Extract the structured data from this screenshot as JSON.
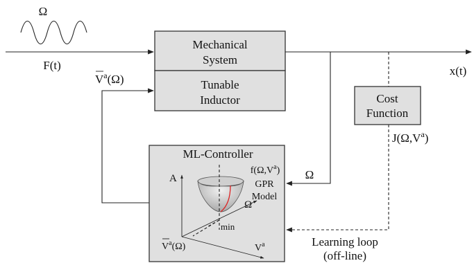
{
  "input": {
    "omega": "Ω",
    "force": "F(t)"
  },
  "output": {
    "label": "x(t)"
  },
  "mechanical_system": {
    "line1": "Mechanical",
    "line2": "System"
  },
  "tunable_inductor": {
    "line1": "Tunable",
    "line2": "Inductor",
    "input_label_base": "V",
    "input_label_sup": "a",
    "input_label_tail": "(Ω)"
  },
  "cost_function": {
    "line1": "Cost",
    "line2": "Function",
    "output_base": "J(Ω,V",
    "output_sup": "a",
    "output_tail": ")"
  },
  "ml_controller": {
    "title": "ML-Controller",
    "omega_in": "Ω",
    "model_base": "f(Ω,V",
    "model_sup": "a",
    "model_tail": ")",
    "model_line2": "GPR",
    "model_line3": "Model",
    "axis_a": "A",
    "axis_omega": "Ω",
    "axis_v_base": "V",
    "axis_v_sup": "a",
    "min_label": "min",
    "vbar_base": "V",
    "vbar_sup": "a",
    "vbar_tail": "(Ω)"
  },
  "learning_loop": {
    "line1": "Learning loop",
    "line2": "(off-line)"
  }
}
